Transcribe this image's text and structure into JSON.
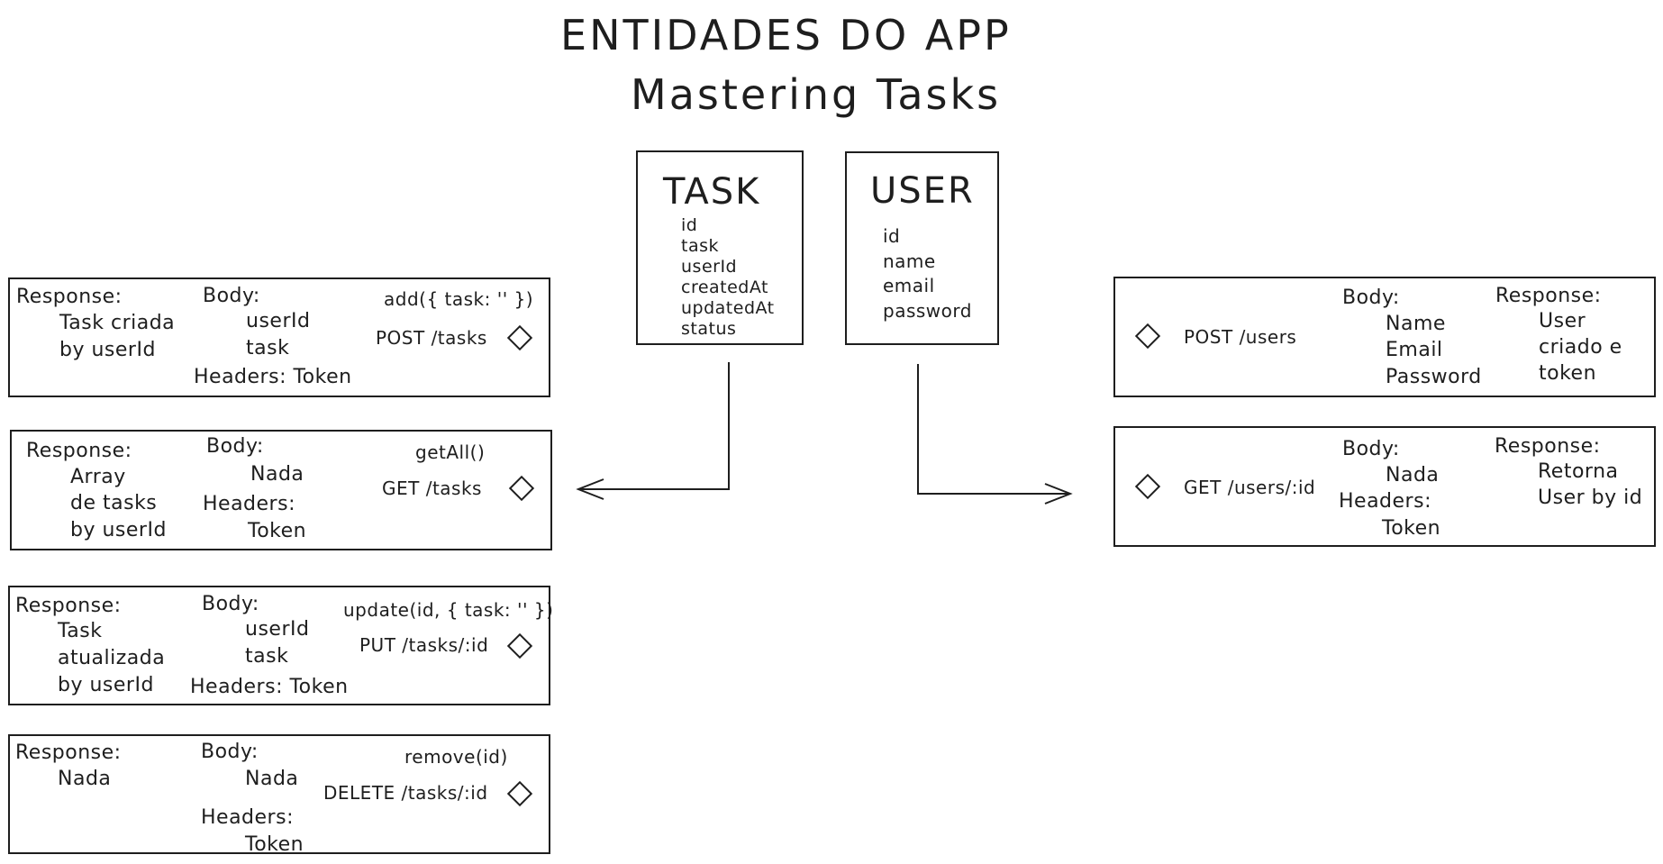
{
  "title_line1": "ENTIDADES DO APP",
  "title_line2": "Mastering Tasks",
  "entities": {
    "task": {
      "name": "TASK",
      "fields": [
        "id",
        "task",
        "userId",
        "createdAt",
        "updatedAt",
        "status"
      ]
    },
    "user": {
      "name": "USER",
      "fields": [
        "id",
        "name",
        "email",
        "password"
      ]
    }
  },
  "task_endpoints": [
    {
      "response_label": "Response:",
      "response": [
        "Task criada",
        "by userId"
      ],
      "body_label": "Body:",
      "body": [
        "userId",
        "task"
      ],
      "headers": [
        "Headers: Token"
      ],
      "method_call": "add({ task: '' })",
      "route": "POST /tasks"
    },
    {
      "response_label": "Response:",
      "response": [
        "Array",
        "de tasks",
        "by userId"
      ],
      "body_label": "Body:",
      "body": [
        "Nada"
      ],
      "headers": [
        "Headers:",
        "Token"
      ],
      "method_call": "getAll()",
      "route": "GET /tasks"
    },
    {
      "response_label": "Response:",
      "response": [
        "Task",
        "atualizada",
        "by userId"
      ],
      "body_label": "Body:",
      "body": [
        "userId",
        "task"
      ],
      "headers": [
        "Headers: Token"
      ],
      "method_call": "update(id, { task: '' })",
      "route": "PUT /tasks/:id"
    },
    {
      "response_label": "Response:",
      "response": [
        "Nada"
      ],
      "body_label": "Body:",
      "body": [
        "Nada"
      ],
      "headers": [
        "Headers:",
        "Token"
      ],
      "method_call": "remove(id)",
      "route": "DELETE /tasks/:id"
    }
  ],
  "user_endpoints": [
    {
      "route": "POST /users",
      "body_label": "Body:",
      "body": [
        "Name",
        "Email",
        "Password"
      ],
      "headers": [],
      "response_label": "Response:",
      "response": [
        "User",
        "criado e",
        "token"
      ]
    },
    {
      "route": "GET /users/:id",
      "body_label": "Body:",
      "body": [
        "Nada"
      ],
      "headers": [
        "Headers:",
        "Token"
      ],
      "response_label": "Response:",
      "response": [
        "Retorna",
        "User by id"
      ]
    }
  ]
}
